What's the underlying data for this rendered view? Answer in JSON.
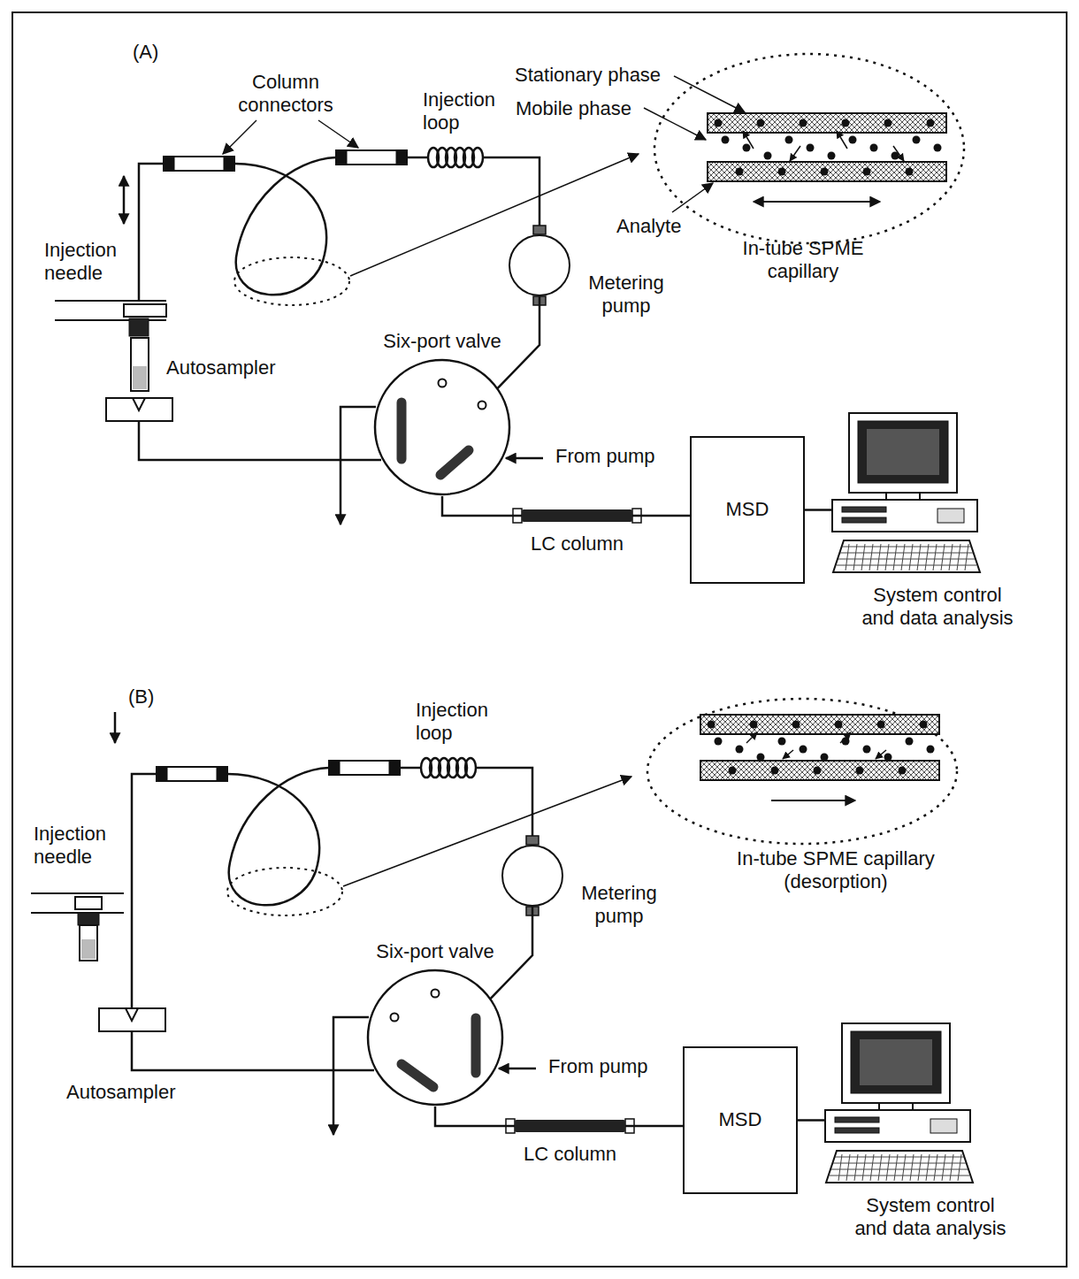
{
  "diagram": {
    "nodes": [
      {
        "text": [
          "Metering pump"
        ]
      },
      {
        "text": [
          "Six-port valve"
        ]
      },
      {
        "text": [
          "LC column"
        ]
      },
      {
        "text": [
          "MSD"
        ]
      },
      {
        "text": [
          "System control and data analysis"
        ]
      },
      {
        "text": [
          "Metering pump"
        ]
      },
      {
        "text": [
          "Six-port valve"
        ]
      },
      {
        "text": [
          "LC column"
        ]
      },
      {
        "text": [
          "MSD"
        ]
      },
      {
        "text": [
          "System control and data analysis"
        ]
      }
    ],
    "edges": [
      {
        "from": 0,
        "to": 1,
        "arrow": "none"
      },
      {
        "from": 1,
        "to": 2,
        "arrow": "none"
      },
      {
        "from": 2,
        "to": 3,
        "arrow": "none"
      },
      {
        "from": 3,
        "to": 4,
        "arrow": "none"
      },
      {
        "from": 5,
        "to": 6,
        "arrow": "none"
      },
      {
        "from": 6,
        "to": 7,
        "arrow": "none"
      },
      {
        "from": 7,
        "to": 8,
        "arrow": "none"
      },
      {
        "from": 8,
        "to": 9,
        "arrow": "none"
      }
    ],
    "labels": [
      "(A)",
      "Column connectors",
      "Injection loop",
      "Injection needle",
      "Autosampler",
      "From pump",
      "Stationary phase",
      "Mobile phase",
      "Analyte",
      "In-tube SPME capillary",
      "(B)",
      "Injection loop",
      "Injection needle",
      "Autosampler",
      "From pump",
      "In-tube SPME capillary (desorption)"
    ]
  }
}
